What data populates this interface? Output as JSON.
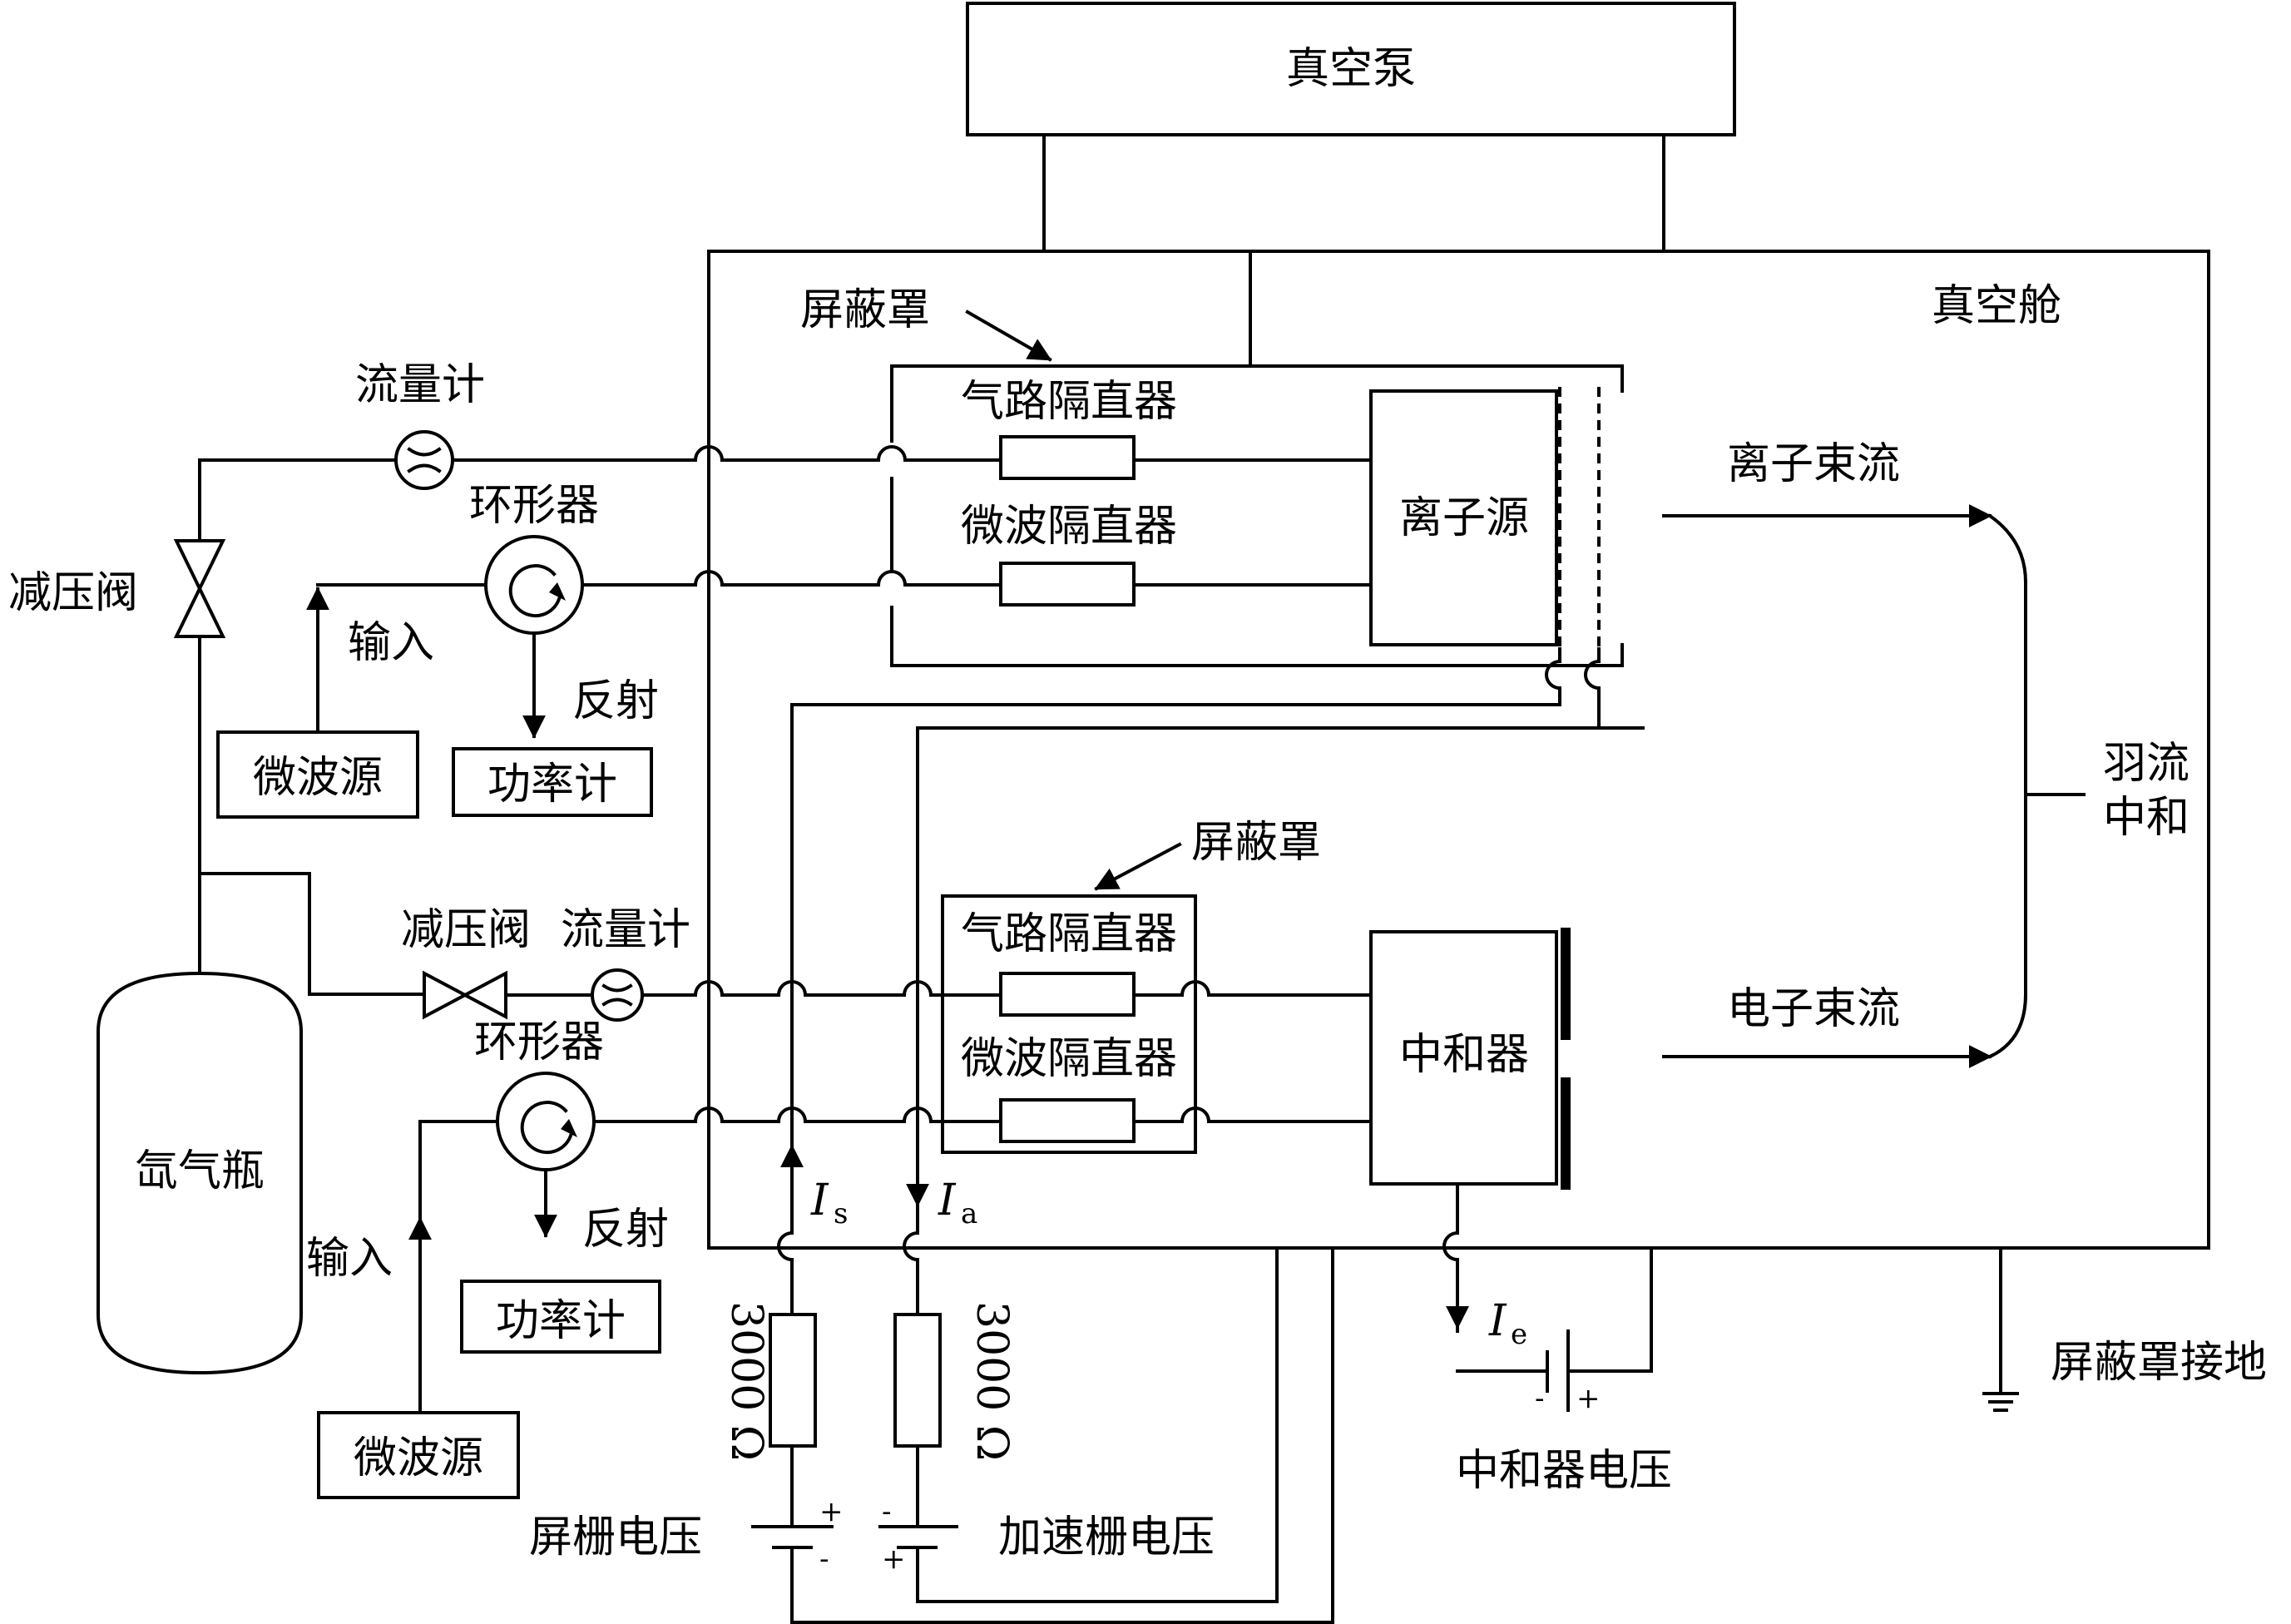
{
  "labels": {
    "vacuum_pump": "真空泵",
    "vacuum_chamber": "真空舱",
    "shield_top": "屏蔽罩",
    "shield_bottom": "屏蔽罩",
    "gas_isolator_top": "气路隔直器",
    "microwave_isolator_top": "微波隔直器",
    "gas_isolator_bottom": "气路隔直器",
    "microwave_isolator_bottom": "微波隔直器",
    "ion_source": "离子源",
    "neutralizer": "中和器",
    "ion_beam": "离子束流",
    "electron_beam": "电子束流",
    "plume_neutralization_1": "羽流",
    "plume_neutralization_2": "中和",
    "flowmeter_top": "流量计",
    "flowmeter_bottom": "流量计",
    "pressure_valve_left": "减压阀",
    "pressure_valve_bottom": "减压阀",
    "circulator_top": "环形器",
    "circulator_bottom": "环形器",
    "input_top": "输入",
    "input_bottom": "输入",
    "reflect_top": "反射",
    "reflect_bottom": "反射",
    "microwave_source_top": "微波源",
    "microwave_source_bottom": "微波源",
    "power_meter_top": "功率计",
    "power_meter_bottom": "功率计",
    "argon_bottle": "氙气瓶",
    "screen_grid_voltage": "屏栅电压",
    "accel_grid_voltage": "加速栅电压",
    "neutralizer_voltage": "中和器电压",
    "shield_ground": "屏蔽罩接地",
    "resistor_left": "3000 Ω",
    "resistor_right": "3000 Ω",
    "current_s": "I",
    "current_s_sub": "s",
    "current_a": "I",
    "current_a_sub": "a",
    "current_e": "I",
    "current_e_sub": "e",
    "plus": "+",
    "minus": "-"
  }
}
